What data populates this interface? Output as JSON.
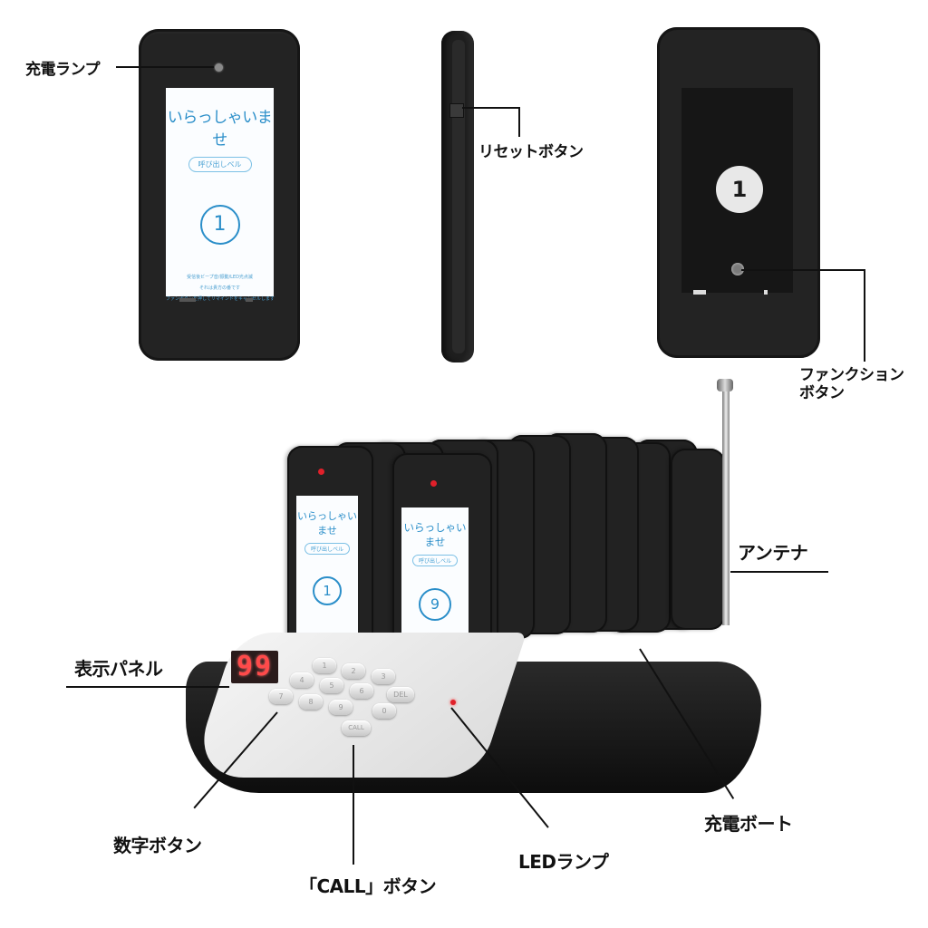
{
  "labels": {
    "charge_lamp": "充電ランプ",
    "reset_button": "リセットボタン",
    "function_button_line1": "ファンクション",
    "function_button_line2": "ボタン",
    "antenna": "アンテナ",
    "display_panel": "表示パネル",
    "number_buttons": "数字ボタン",
    "call_button": "「CALL」ボタン",
    "led_lamp": "LEDランプ",
    "charging_port": "充電ボート"
  },
  "pager_front": {
    "welcome": "いらっしゃいませ",
    "badge": "呼び出しベル",
    "number": "1",
    "fine_print": [
      "受信後ビープ音/振動/LED光点滅",
      "それは貴方の番です",
      "ファンボタンを押してリマインドをキャンセルします"
    ]
  },
  "pager_back": {
    "number": "1"
  },
  "stack_pagers": [
    {
      "welcome": "いらっしゃいませ",
      "badge": "呼び出しベル",
      "number": "1"
    },
    {
      "welcome": "いらっしゃいませ",
      "badge": "呼び出しベル",
      "number": "9"
    }
  ],
  "base_station": {
    "display_value": "99",
    "keys": [
      "1",
      "2",
      "3",
      "4",
      "5",
      "6",
      "DEL",
      "7",
      "8",
      "9",
      "0",
      "CALL"
    ],
    "led_color": "#e0202a"
  },
  "colors": {
    "screen_text": "#2a8ec9",
    "device_body": "#232323",
    "display_digits": "#ff4a4a"
  }
}
